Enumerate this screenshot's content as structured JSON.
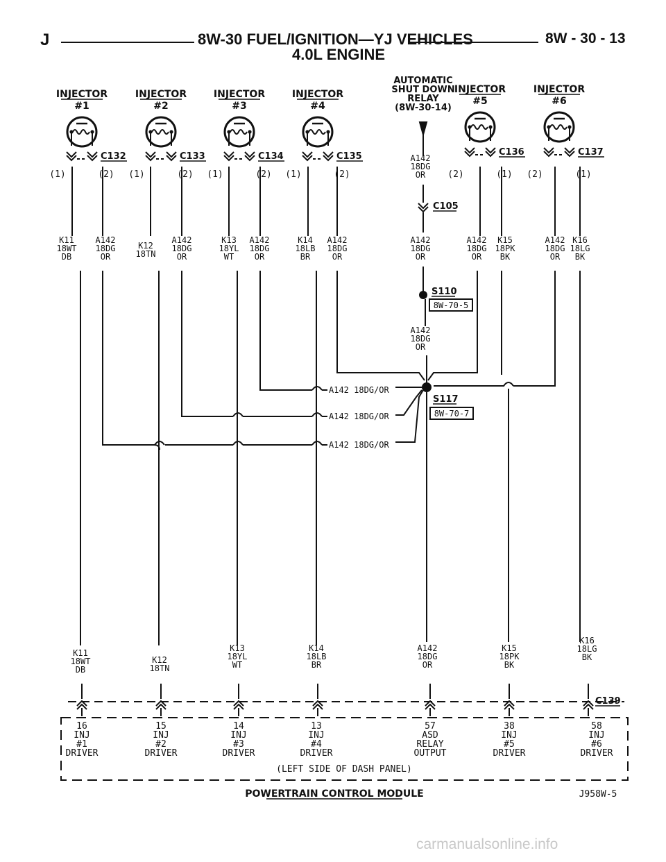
{
  "header": {
    "left_letter": "J",
    "title": "8W-30 FUEL/IGNITION—YJ VEHICLES",
    "page_ref": "8W - 30 - 13",
    "subtitle": "4.0L ENGINE"
  },
  "asd_relay": {
    "lines": [
      "AUTOMATIC",
      "SHUT DOWN",
      "RELAY",
      "(8W-30-14)"
    ]
  },
  "injectors": [
    {
      "title": "INJECTOR",
      "num": "#1",
      "connector": "C132",
      "pins": [
        "(1)",
        "(2)"
      ],
      "wire_k": [
        "K11",
        "18WT",
        "DB"
      ],
      "wire_a": [
        "A142",
        "18DG",
        "OR"
      ]
    },
    {
      "title": "INJECTOR",
      "num": "#2",
      "connector": "C133",
      "pins": [
        "(1)",
        "(2)"
      ],
      "wire_k": [
        "K12",
        "18TN"
      ],
      "wire_a": [
        "A142",
        "18DG",
        "OR"
      ]
    },
    {
      "title": "INJECTOR",
      "num": "#3",
      "connector": "C134",
      "pins": [
        "(1)",
        "(2)"
      ],
      "wire_k": [
        "K13",
        "18YL",
        "WT"
      ],
      "wire_a": [
        "A142",
        "18DG",
        "OR"
      ]
    },
    {
      "title": "INJECTOR",
      "num": "#4",
      "connector": "C135",
      "pins": [
        "(1)",
        "(2)"
      ],
      "wire_k": [
        "K14",
        "18LB",
        "BR"
      ],
      "wire_a": [
        "A142",
        "18DG",
        "OR"
      ]
    },
    {
      "title": "INJECTOR",
      "num": "#5",
      "connector": "C136",
      "pins": [
        "(2)",
        "(1)"
      ],
      "wire_a": [
        "A142",
        "18DG",
        "OR"
      ],
      "wire_k": [
        "K15",
        "18PK",
        "BK"
      ]
    },
    {
      "title": "INJECTOR",
      "num": "#6",
      "connector": "C137",
      "pins": [
        "(2)",
        "(1)"
      ],
      "wire_a": [
        "A142",
        "18DG",
        "OR"
      ],
      "wire_k": [
        "K16",
        "18LG",
        "BK"
      ]
    }
  ],
  "relay_wire_top": [
    "A142",
    "18DG",
    "OR"
  ],
  "connector_c105": "C105",
  "relay_wire_mid": [
    "A142",
    "18DG",
    "OR"
  ],
  "splice_s110": {
    "label": "S110",
    "ref": "8W-70-5"
  },
  "relay_wire_low": [
    "A142",
    "18DG",
    "OR"
  ],
  "splice_s117": {
    "label": "S117",
    "ref": "8W-70-7"
  },
  "splice_taps": [
    "A142 18DG/OR",
    "A142 18DG/OR",
    "A142 18DG/OR"
  ],
  "bottom_wires": [
    [
      "K11",
      "18WT",
      "DB"
    ],
    [
      "K12",
      "18TN"
    ],
    [
      "K13",
      "18YL",
      "WT"
    ],
    [
      "K14",
      "18LB",
      "BR"
    ],
    [
      "A142",
      "18DG",
      "OR"
    ],
    [
      "K15",
      "18PK",
      "BK"
    ],
    [
      "K16",
      "18LG",
      "BK"
    ]
  ],
  "connector_c139": "C139",
  "pcm_pins": [
    [
      "16",
      "INJ",
      "#1",
      "DRIVER"
    ],
    [
      "15",
      "INJ",
      "#2",
      "DRIVER"
    ],
    [
      "14",
      "INJ",
      "#3",
      "DRIVER"
    ],
    [
      "13",
      "INJ",
      "#4",
      "DRIVER"
    ],
    [
      "57",
      "ASD",
      "RELAY",
      "OUTPUT"
    ],
    [
      "38",
      "INJ",
      "#5",
      "DRIVER"
    ],
    [
      "58",
      "INJ",
      "#6",
      "DRIVER"
    ]
  ],
  "pcm_location": "(LEFT SIDE OF DASH PANEL)",
  "pcm_title": "POWERTRAIN CONTROL MODULE",
  "figure_id": "J958W-5",
  "watermark": "carmanualsonline.info"
}
